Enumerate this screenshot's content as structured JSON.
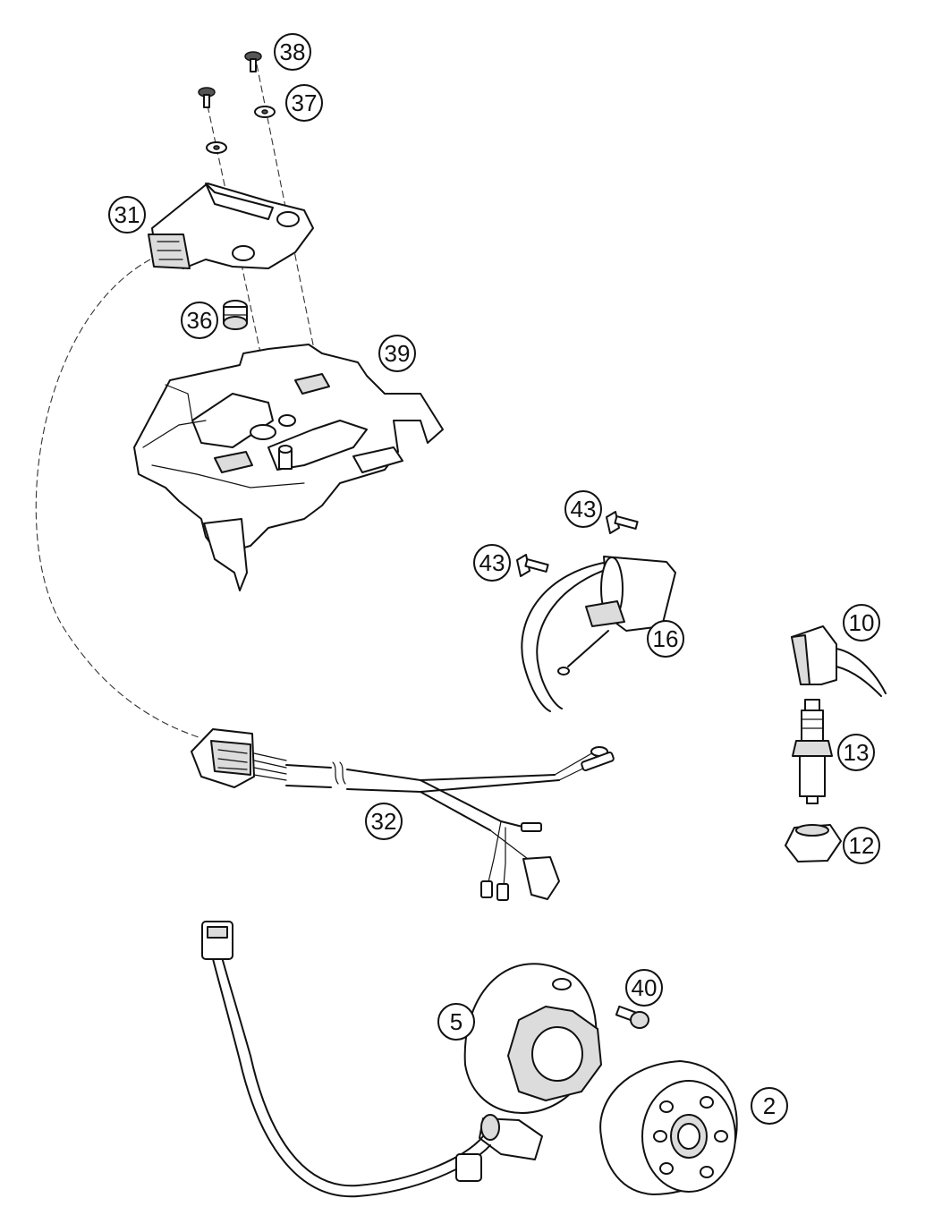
{
  "diagram": {
    "callouts": [
      {
        "id": "c38",
        "label": "38"
      },
      {
        "id": "c37",
        "label": "37"
      },
      {
        "id": "c31",
        "label": "31"
      },
      {
        "id": "c36",
        "label": "36"
      },
      {
        "id": "c39",
        "label": "39"
      },
      {
        "id": "c43a",
        "label": "43"
      },
      {
        "id": "c43b",
        "label": "43"
      },
      {
        "id": "c16",
        "label": "16"
      },
      {
        "id": "c10",
        "label": "10"
      },
      {
        "id": "c13",
        "label": "13"
      },
      {
        "id": "c12",
        "label": "12"
      },
      {
        "id": "c32",
        "label": "32"
      },
      {
        "id": "c40",
        "label": "40"
      },
      {
        "id": "c5",
        "label": "5"
      },
      {
        "id": "c2",
        "label": "2"
      }
    ]
  }
}
